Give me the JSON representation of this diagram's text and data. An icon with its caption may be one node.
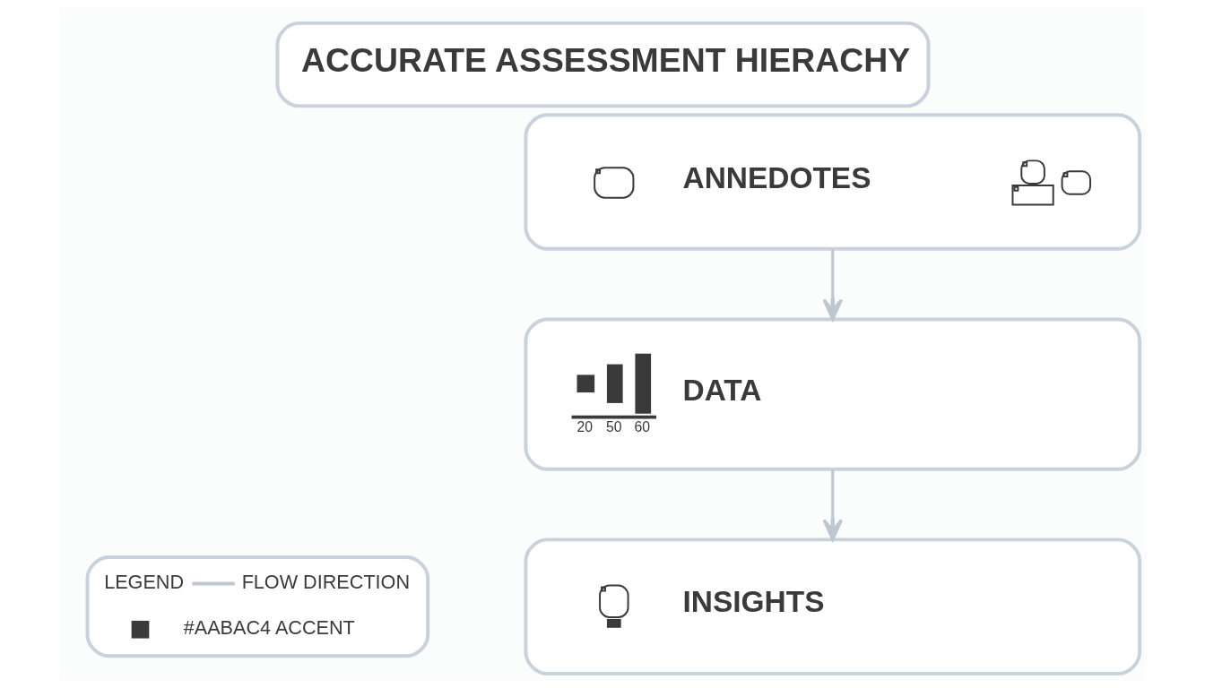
{
  "diagram": {
    "title": "ACCURATE ASSESSMENT HIERACHY",
    "nodes": [
      {
        "text": [
          "ANNEDOTES"
        ]
      },
      {
        "text": [
          "DATA",
          "20",
          "50",
          "60"
        ]
      },
      {
        "text": [
          "INSIGHTS"
        ]
      }
    ],
    "edges": [
      {
        "from": 0,
        "to": 1,
        "arrow": "to"
      },
      {
        "from": 1,
        "to": 2,
        "arrow": "to"
      }
    ],
    "labels": [
      "LEGEND"
    ],
    "legend": [
      {
        "text": "FLOW DIRECTION"
      },
      {
        "text": "#AABAC4 ACCENT",
        "color": "#3a3a3a"
      }
    ]
  }
}
